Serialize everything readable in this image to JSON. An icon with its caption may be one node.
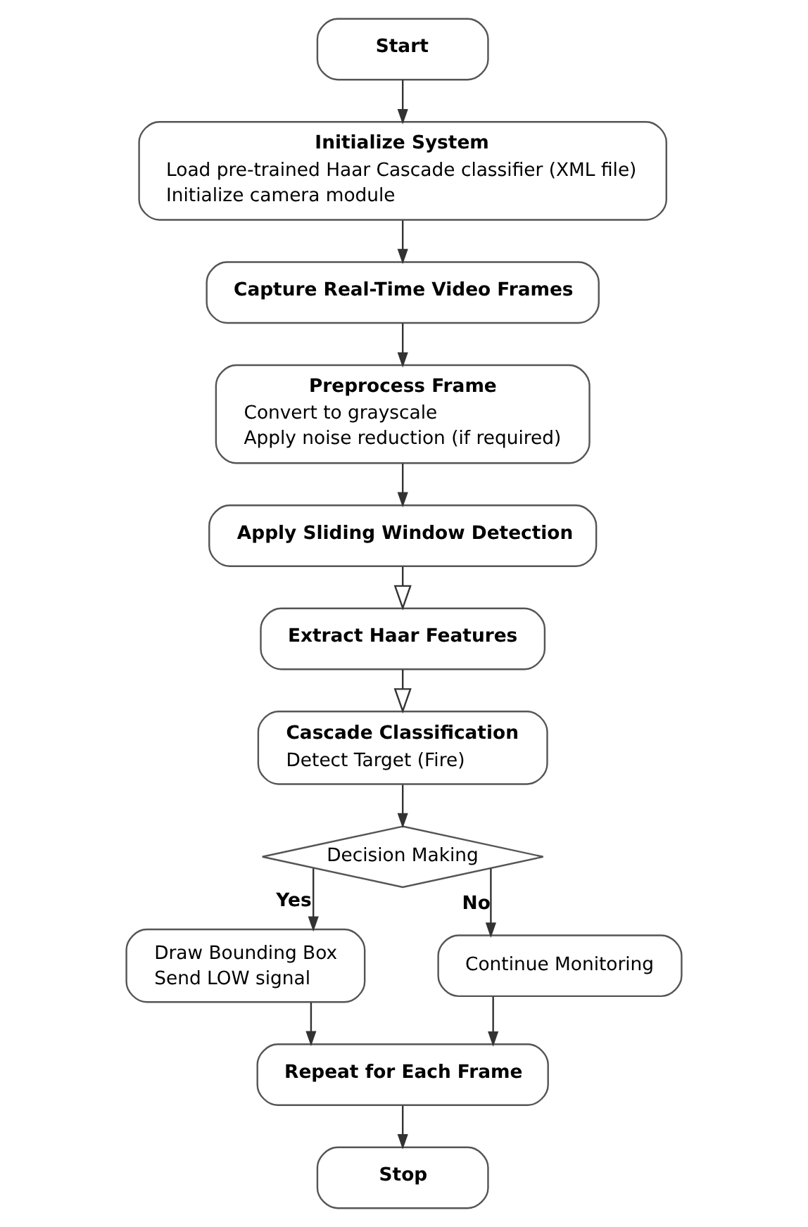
{
  "diagram": {
    "nodes": [
      {
        "text": [
          "Start"
        ]
      },
      {
        "text": [
          "Initialize System",
          "Load pre-trained Haar Cascade classifier (XML file)",
          "Initialize camera module"
        ]
      },
      {
        "text": [
          "Capture Real-Time Video Frames"
        ]
      },
      {
        "text": [
          "Preprocess Frame",
          "Convert to grayscale",
          "Apply noise reduction (if required)"
        ]
      },
      {
        "text": [
          "Apply Sliding Window Detection"
        ]
      },
      {
        "text": [
          "Extract Haar Features"
        ]
      },
      {
        "text": [
          "Cascade Classification",
          "Detect Target (Fire)"
        ]
      },
      {
        "text": [
          "Decision Making"
        ]
      },
      {
        "text": [
          "Draw Bounding Box",
          "Send LOW signal"
        ]
      },
      {
        "text": [
          "Continue Monitoring"
        ]
      },
      {
        "text": [
          "Repeat for Each Frame"
        ]
      },
      {
        "text": [
          "Stop"
        ]
      }
    ],
    "edges": [
      {
        "from": 0,
        "to": 1,
        "arrow": "to"
      },
      {
        "from": 1,
        "to": 2,
        "arrow": "to"
      },
      {
        "from": 2,
        "to": 3,
        "arrow": "to"
      },
      {
        "from": 3,
        "to": 4,
        "arrow": "to"
      },
      {
        "from": 4,
        "to": 5,
        "arrow": "to"
      },
      {
        "from": 5,
        "to": 6,
        "arrow": "to"
      },
      {
        "from": 6,
        "to": 7,
        "arrow": "to"
      },
      {
        "from": 7,
        "to": 8,
        "arrow": "to",
        "label": "Yes"
      },
      {
        "from": 7,
        "to": 9,
        "arrow": "to",
        "label": "No"
      },
      {
        "from": 8,
        "to": 10,
        "arrow": "to"
      },
      {
        "from": 9,
        "to": 10,
        "arrow": "to"
      },
      {
        "from": 10,
        "to": 11,
        "arrow": "to"
      }
    ]
  }
}
